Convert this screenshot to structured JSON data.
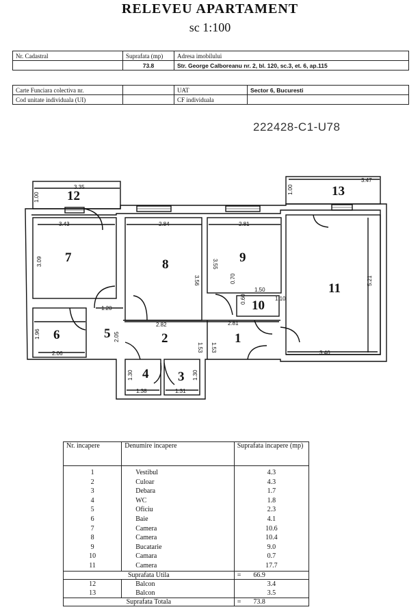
{
  "header": {
    "title": "RELEVEU APARTAMENT",
    "scale": "sc 1:100"
  },
  "info_table": {
    "nr_cadastral_label": "Nr. Cadastral",
    "nr_cadastral_value": "",
    "suprafata_label": "Suprafata (mp)",
    "suprafata_value": "73.8",
    "adresa_label": "Adresa imobilului",
    "adresa_value": "Str. George Calboreanu nr. 2, bl. 120, sc.3, et. 6, ap.115",
    "carte_funciara_label": "Carte Funciara colectiva nr.",
    "cod_ui_label": "Cod unitate individuala (UI)",
    "uat_label": "UAT",
    "uat_value": "Sector 6, Bucuresti",
    "cf_label": "CF individuala"
  },
  "document_code": "222428-C1-U78",
  "plan": {
    "room_numbers": [
      "1",
      "2",
      "3",
      "4",
      "5",
      "6",
      "7",
      "8",
      "9",
      "10",
      "11",
      "12",
      "13"
    ],
    "dimensions": [
      "3.35",
      "1.00",
      "3.43",
      "3.09",
      "2.84",
      "3.56",
      "3.55",
      "2.81",
      "0.70",
      "1.50",
      "1.10",
      "0.60",
      "5.21",
      "3.47",
      "1.00",
      "1.20",
      "1.96",
      "2.05",
      "2.82",
      "2.81",
      "1.53",
      "1.53",
      "2.06",
      "3.40",
      "1.30",
      "1.30",
      "1.38",
      "1.31"
    ]
  },
  "rooms_table": {
    "col_nr": "Nr. incapere",
    "col_name": "Denumire incapere",
    "col_area": "Suprafata incapere (mp)",
    "rows": [
      {
        "nr": "1",
        "name": "Vestibul",
        "area": "4.3"
      },
      {
        "nr": "2",
        "name": "Culoar",
        "area": "4.3"
      },
      {
        "nr": "3",
        "name": "Debara",
        "area": "1.7"
      },
      {
        "nr": "4",
        "name": "WC",
        "area": "1.8"
      },
      {
        "nr": "5",
        "name": "Oficiu",
        "area": "2.3"
      },
      {
        "nr": "6",
        "name": "Baie",
        "area": "4.1"
      },
      {
        "nr": "7",
        "name": "Camera",
        "area": "10.6"
      },
      {
        "nr": "8",
        "name": "Camera",
        "area": "10.4"
      },
      {
        "nr": "9",
        "name": "Bucatarie",
        "area": "9.0"
      },
      {
        "nr": "10",
        "name": "Camara",
        "area": "0.7"
      },
      {
        "nr": "11",
        "name": "Camera",
        "area": "17.7"
      }
    ],
    "utila_label": "Suprafata Utila",
    "utila_eq": "=",
    "utila_value": "66.9",
    "balcony_rows": [
      {
        "nr": "12",
        "name": "Balcon",
        "area": "3.4"
      },
      {
        "nr": "13",
        "name": "Balcon",
        "area": "3.5"
      }
    ],
    "totala_label": "Suprafata Totala",
    "totala_eq": "=",
    "totala_value": "73.8"
  }
}
